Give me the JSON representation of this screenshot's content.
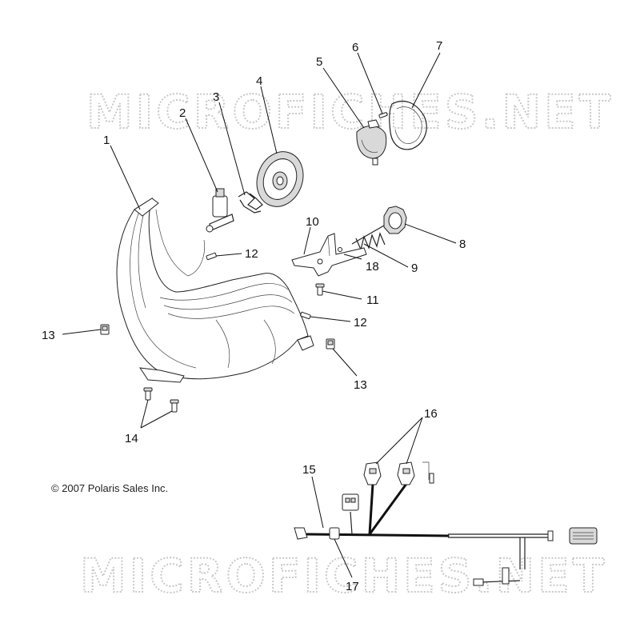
{
  "watermark": {
    "text": "MICROFICHES.NET"
  },
  "copyright": "© 2007 Polaris Sales Inc.",
  "callouts": {
    "c1": "1",
    "c2": "2",
    "c3": "3",
    "c4": "4",
    "c5": "5",
    "c6": "6",
    "c7": "7",
    "c8": "8",
    "c9": "9",
    "c10": "10",
    "c11": "11",
    "c12a": "12",
    "c12b": "12",
    "c13a": "13",
    "c13b": "13",
    "c14": "14",
    "c15": "15",
    "c16": "16",
    "c17": "17",
    "c18": "18"
  }
}
